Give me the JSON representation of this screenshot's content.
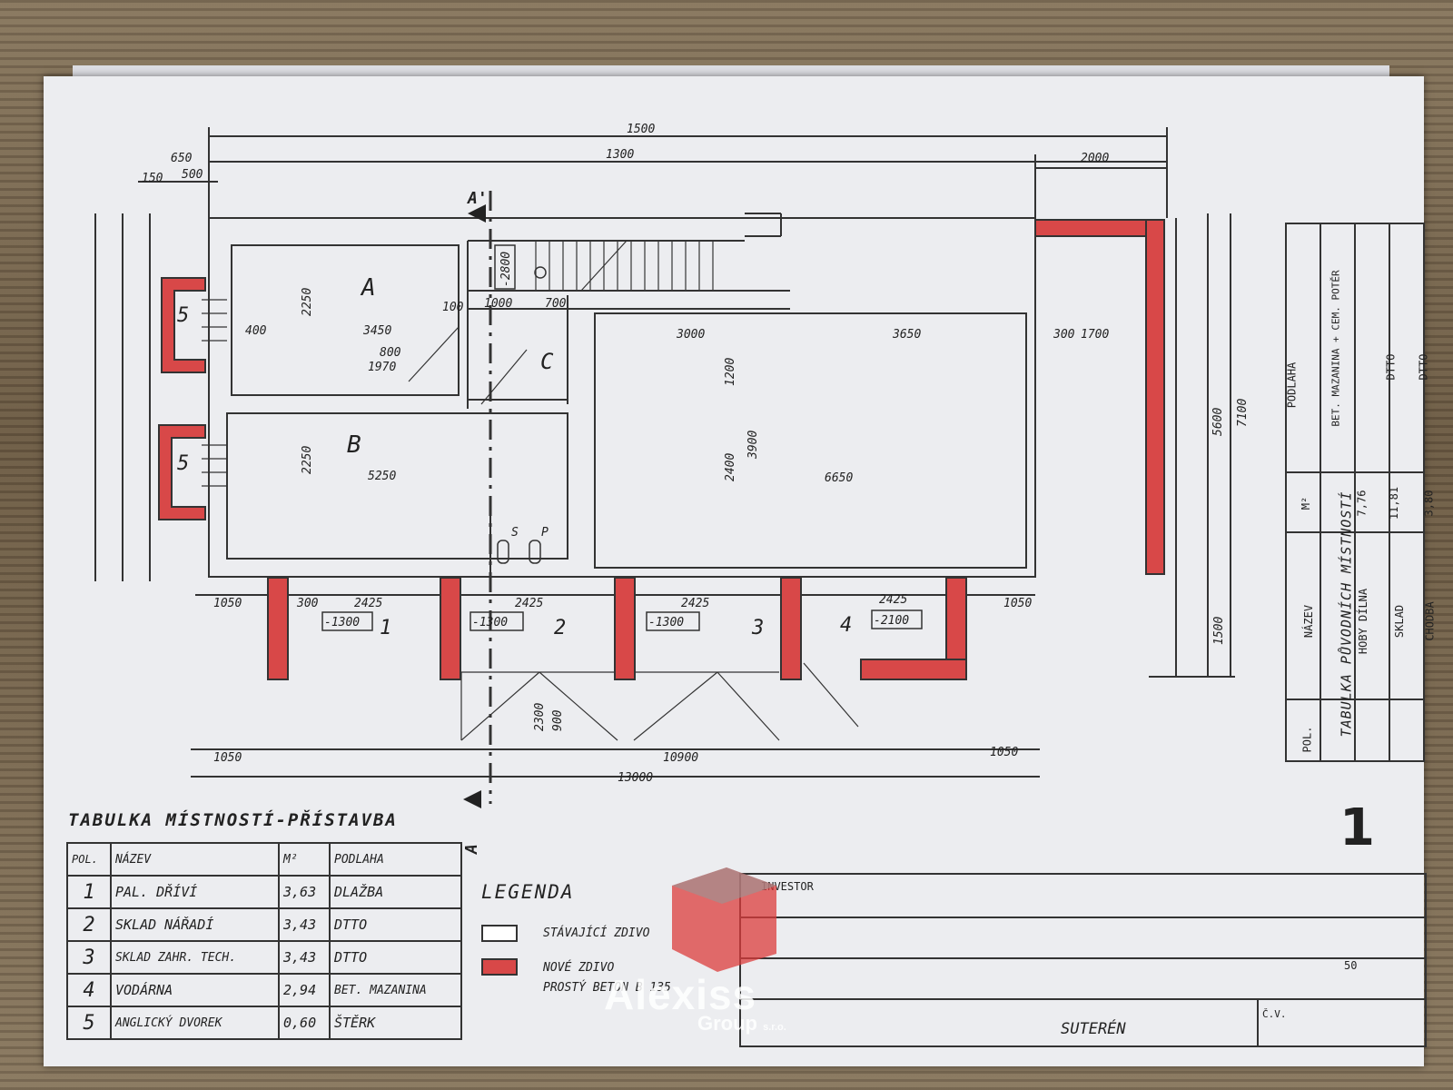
{
  "plan": {
    "top_dims": [
      "1500",
      "1300",
      "2000",
      "650",
      "500",
      "150"
    ],
    "section_marks": [
      "A'",
      "A"
    ],
    "rooms_existing": [
      "A",
      "B",
      "C"
    ],
    "annex_rooms": [
      "1",
      "2",
      "3",
      "4"
    ],
    "light_wells": [
      "5",
      "5"
    ],
    "levels": [
      "-1300",
      "-1300",
      "-1300",
      "-2100",
      "-2800"
    ],
    "inner_dims": [
      "3450",
      "5250",
      "3650",
      "6650",
      "3000",
      "1700",
      "1000",
      "700",
      "800",
      "1970",
      "2250",
      "2250",
      "400",
      "300",
      "1200",
      "3900",
      "2400",
      "5600",
      "7100",
      "1500",
      "100"
    ],
    "bottom_dims": [
      "1050",
      "2425",
      "2425",
      "2425",
      "2425",
      "1050",
      "1050",
      "10900",
      "1050",
      "13000",
      "300",
      "2300",
      "900"
    ],
    "stove_labels": [
      "S",
      "P"
    ],
    "sheet_number": "1"
  },
  "annex_table": {
    "title": "TABULKA MÍSTNOSTÍ-PŘÍSTAVBA",
    "headers": [
      "POL.",
      "NÁZEV",
      "M²",
      "PODLAHA"
    ],
    "rows": [
      [
        "1",
        "PAL. DŘÍVÍ",
        "3,63",
        "DLAŽBA"
      ],
      [
        "2",
        "SKLAD NÁŘADÍ",
        "3,43",
        "DTTO"
      ],
      [
        "3",
        "SKLAD ZAHR. TECH.",
        "3,43",
        "DTTO"
      ],
      [
        "4",
        "VODÁRNA",
        "2,94",
        "BET. MAZANINA"
      ],
      [
        "5",
        "ANGLICKÝ DVOREK",
        "0,60",
        "ŠTĚRK"
      ]
    ]
  },
  "original_table": {
    "title": "TABULKA PŮVODNÍCH MÍSTNOSTÍ",
    "headers": [
      "POL.",
      "NÁZEV",
      "M²",
      "PODLAHA"
    ],
    "rows": [
      [
        "",
        "HOBY DÍLNA",
        "7,76",
        "BET. MAZANINA + CEM. POTĚR"
      ],
      [
        "",
        "SKLAD",
        "11,81",
        "DTTO"
      ],
      [
        "",
        "CHODBA",
        "3,80",
        "DTTO"
      ]
    ]
  },
  "legend": {
    "title": "LEGENDA",
    "existing": "STÁVAJÍCÍ ZDIVO",
    "new": "NOVÉ ZDIVO",
    "new_sub": "PROSTÝ BETON B 135",
    "new_color": "#d84848"
  },
  "title_block": {
    "investor_label": "INVESTOR",
    "drawing_name": "SUTERÉN",
    "scale_fragment": "50",
    "cv_label": "Č.V."
  },
  "watermark": {
    "brand": "Alexiss",
    "sub": "Group",
    "suffix": "s.r.o."
  }
}
